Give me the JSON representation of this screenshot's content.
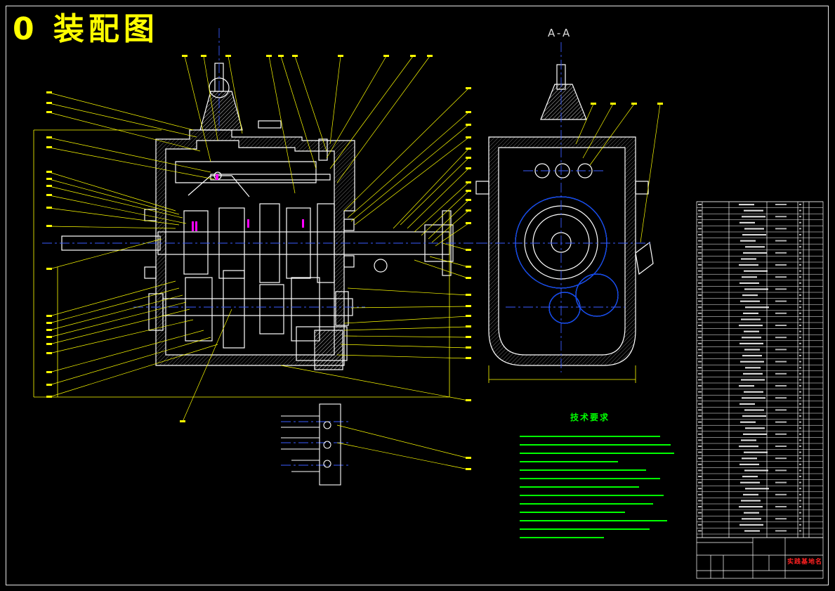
{
  "drawing": {
    "title": "0 装配图",
    "section_label": "A-A",
    "tech_requirements_title": "技术要求",
    "title_block_stamp": "实践基地名"
  },
  "colors": {
    "background": "#000000",
    "outline": "#ffffff",
    "leader": "#ffff00",
    "center_line": "#0000ff",
    "hatch": "#ff00ff",
    "notes": "#00ff00",
    "stamp": "#ff0000"
  }
}
